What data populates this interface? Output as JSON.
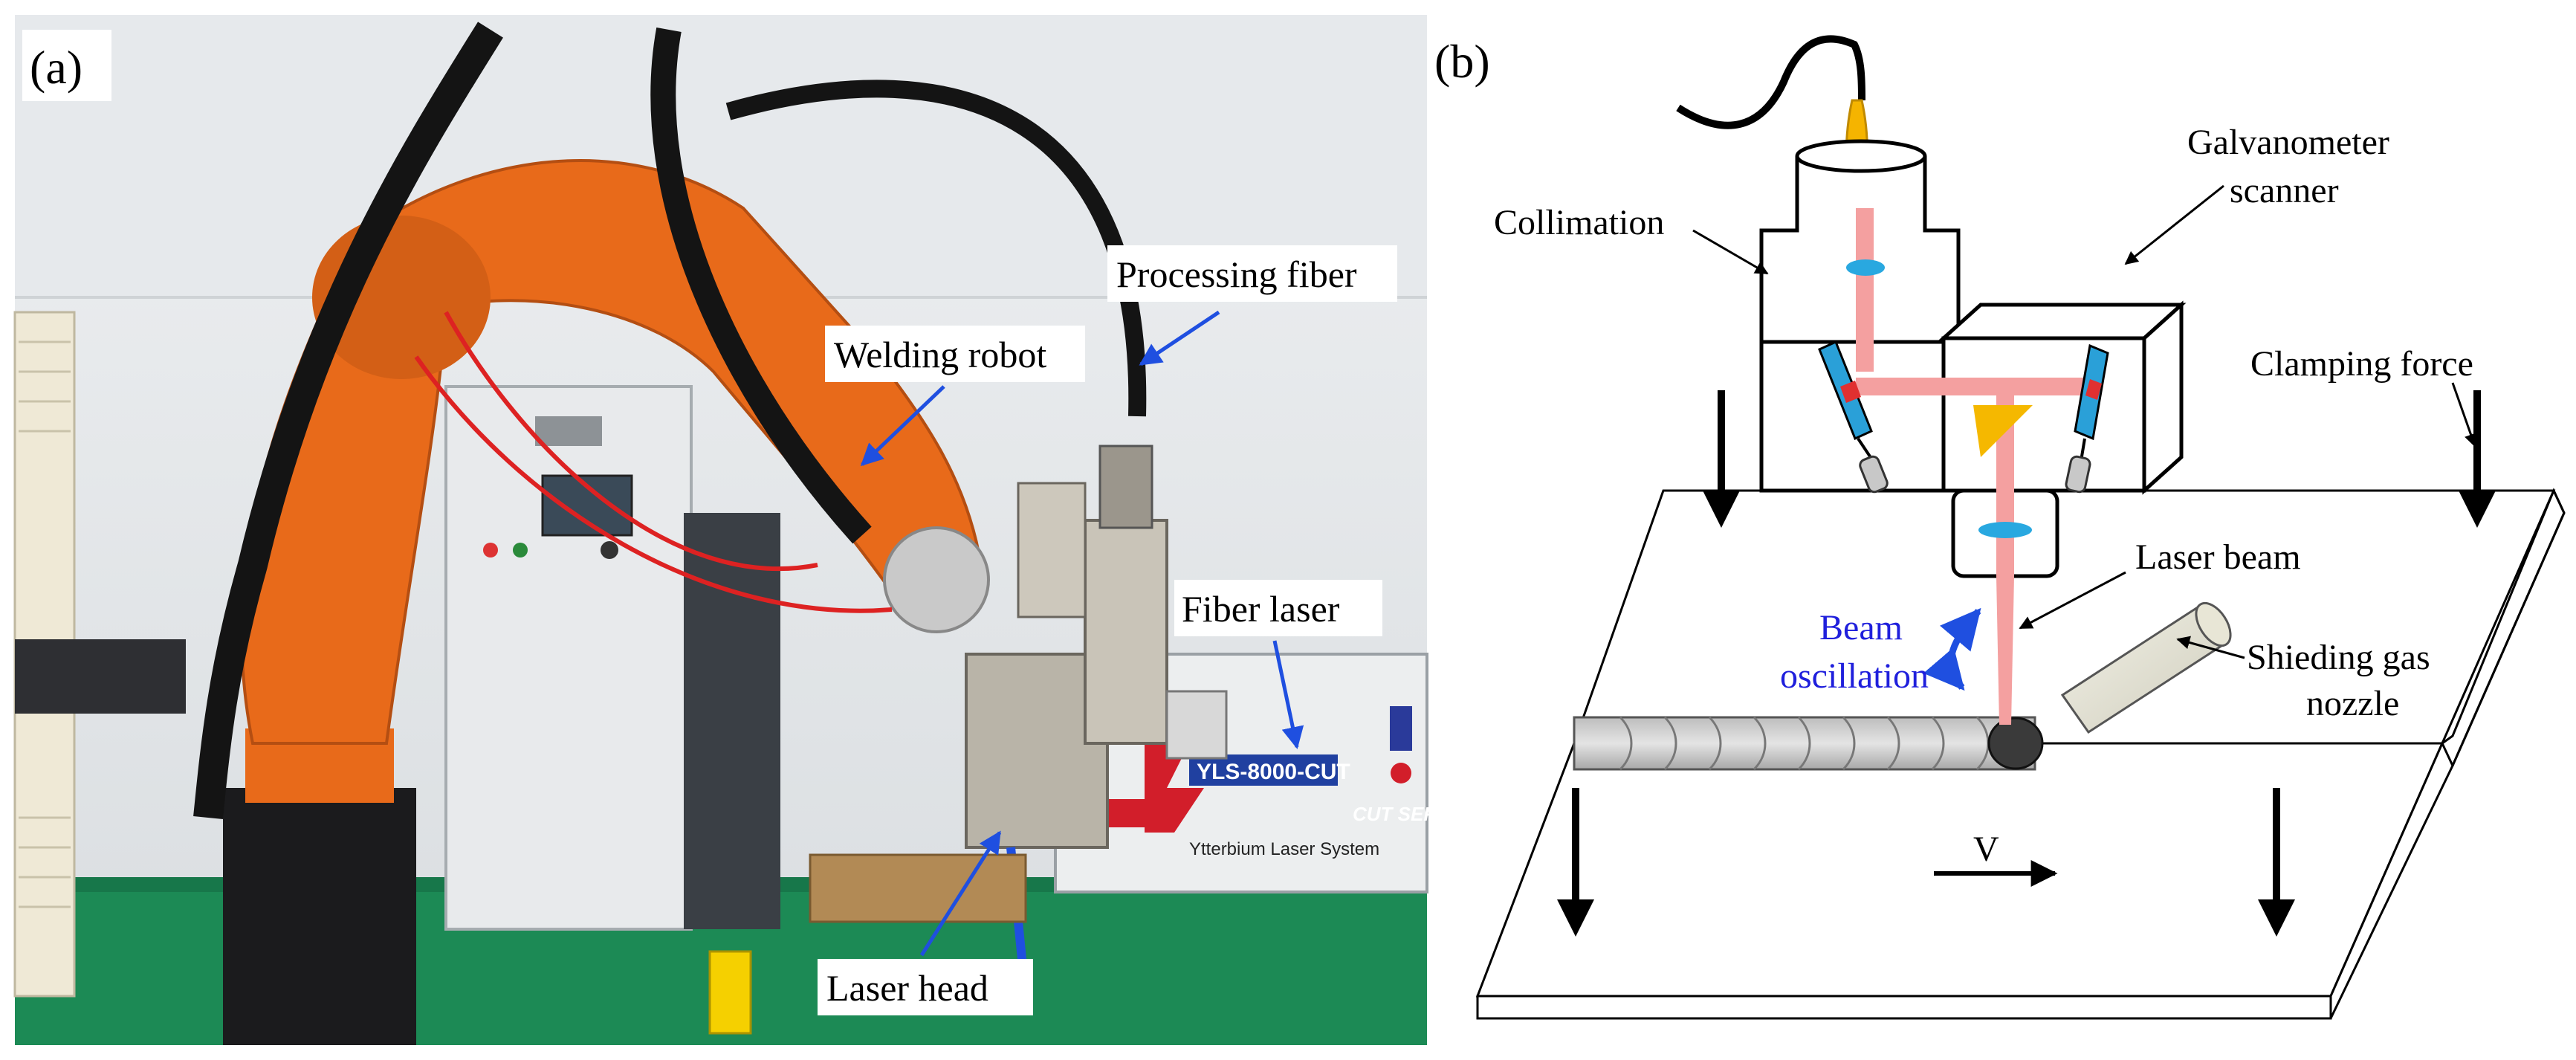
{
  "panel_a": {
    "label": "(a)",
    "callouts": [
      {
        "id": "processing-fiber",
        "text": "Processing fiber"
      },
      {
        "id": "welding-robot",
        "text": "Welding robot"
      },
      {
        "id": "fiber-laser",
        "text": "Fiber laser"
      },
      {
        "id": "laser-head",
        "text": "Laser head"
      }
    ],
    "machine_text": {
      "model": "YLS-8000-CUT",
      "series": "CUT SERIES",
      "brand_line": "Ytterbium Laser System"
    }
  },
  "panel_b": {
    "label": "(b)",
    "labels": {
      "collimation": "Collimation",
      "galvo_line1": "Galvanometer",
      "galvo_line2": "scanner",
      "clamping_force": "Clamping force",
      "laser_beam": "Laser beam",
      "beam_osc_line1": "Beam",
      "beam_osc_line2": "oscillation",
      "gas_line1": "Shieding gas",
      "gas_line2": "nozzle",
      "velocity": "V"
    }
  },
  "colors": {
    "callout_arrow_blue": "#1f4fe0",
    "beam_pink": "#f4a0a0",
    "fiber_yellow": "#f5b400",
    "lens_blue": "#29a8e0",
    "mirror_blue": "#2aa0d8",
    "mirror_red": "#e03030",
    "prism_yellow": "#f5b800",
    "robot_orange": "#e86a1a"
  }
}
